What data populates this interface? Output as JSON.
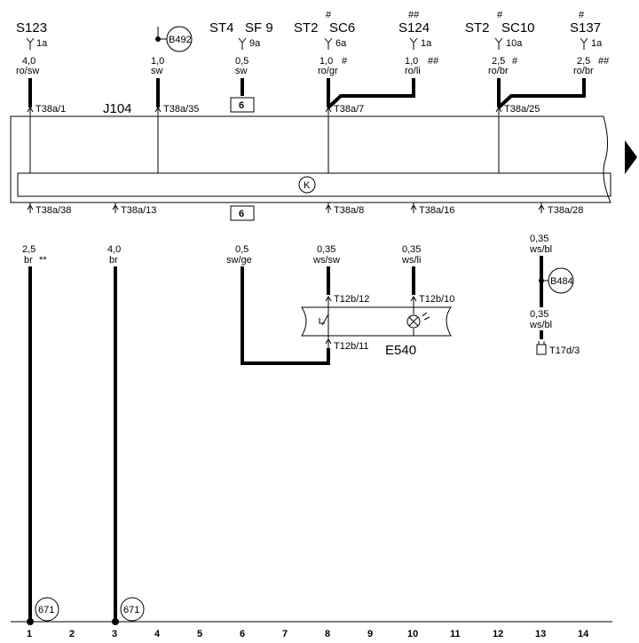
{
  "top_labels": {
    "s123": "S123",
    "b492": "B492",
    "st4": "ST4",
    "sf9": "SF 9",
    "st2_a": "ST2",
    "sc6": "SC6",
    "s124": "S124",
    "st2_b": "ST2",
    "sc10": "SC10",
    "s137": "S137",
    "hash_sc6": "#",
    "hash_s124": "##",
    "hash_sc10": "#",
    "hash_s137": "#"
  },
  "fuses": {
    "f1": "1a",
    "f6": "6a",
    "f9": "9a",
    "f10": "10a",
    "f10b": "1a",
    "f12": "10a",
    "f14": "1a"
  },
  "top_wires": {
    "w1": [
      "4,0",
      "ro/sw"
    ],
    "w4": [
      "1,0",
      "sw"
    ],
    "w6": [
      "0,5",
      "sw"
    ],
    "w8": [
      "1,0",
      "ro/gr",
      "#"
    ],
    "w10": [
      "1,0",
      "ro/li",
      "##"
    ],
    "w12": [
      "2,5",
      "ro/br",
      "#"
    ],
    "w14": [
      "2,5",
      "ro/br",
      "##"
    ]
  },
  "boxes": {
    "top": "6",
    "bottom": "6"
  },
  "module": {
    "name": "J104",
    "k_symbol": "K"
  },
  "pins_top": {
    "p1": "T38a/1",
    "p4": "T38a/35",
    "p8": "T38a/7",
    "p12": "T38a/25"
  },
  "pins_bottom": {
    "p1": "T38a/38",
    "p3": "T38a/13",
    "p8": "T38a/8",
    "p10": "T38a/16",
    "p13": "T38a/28"
  },
  "bottom_wires": {
    "w1": [
      "2,5",
      "br",
      "**"
    ],
    "w3": [
      "4,0",
      "br"
    ],
    "w6": [
      "0,5",
      "sw/ge"
    ],
    "w8": [
      "0,35",
      "ws/sw"
    ],
    "w10": [
      "0,35",
      "ws/li"
    ],
    "w13a": [
      "0,35",
      "ws/bl"
    ],
    "w13b": [
      "0,35",
      "ws/bl"
    ]
  },
  "switch_block": {
    "name": "E540",
    "pin12": "T12b/12",
    "pin10": "T12b/10",
    "pin11": "T12b/11"
  },
  "b484": "B484",
  "t17d": "T17d/3",
  "ground_refs": {
    "g1": "671",
    "g3": "671"
  },
  "grid_numbers": [
    "1",
    "2",
    "3",
    "4",
    "5",
    "6",
    "7",
    "8",
    "9",
    "10",
    "11",
    "12",
    "13",
    "14"
  ]
}
